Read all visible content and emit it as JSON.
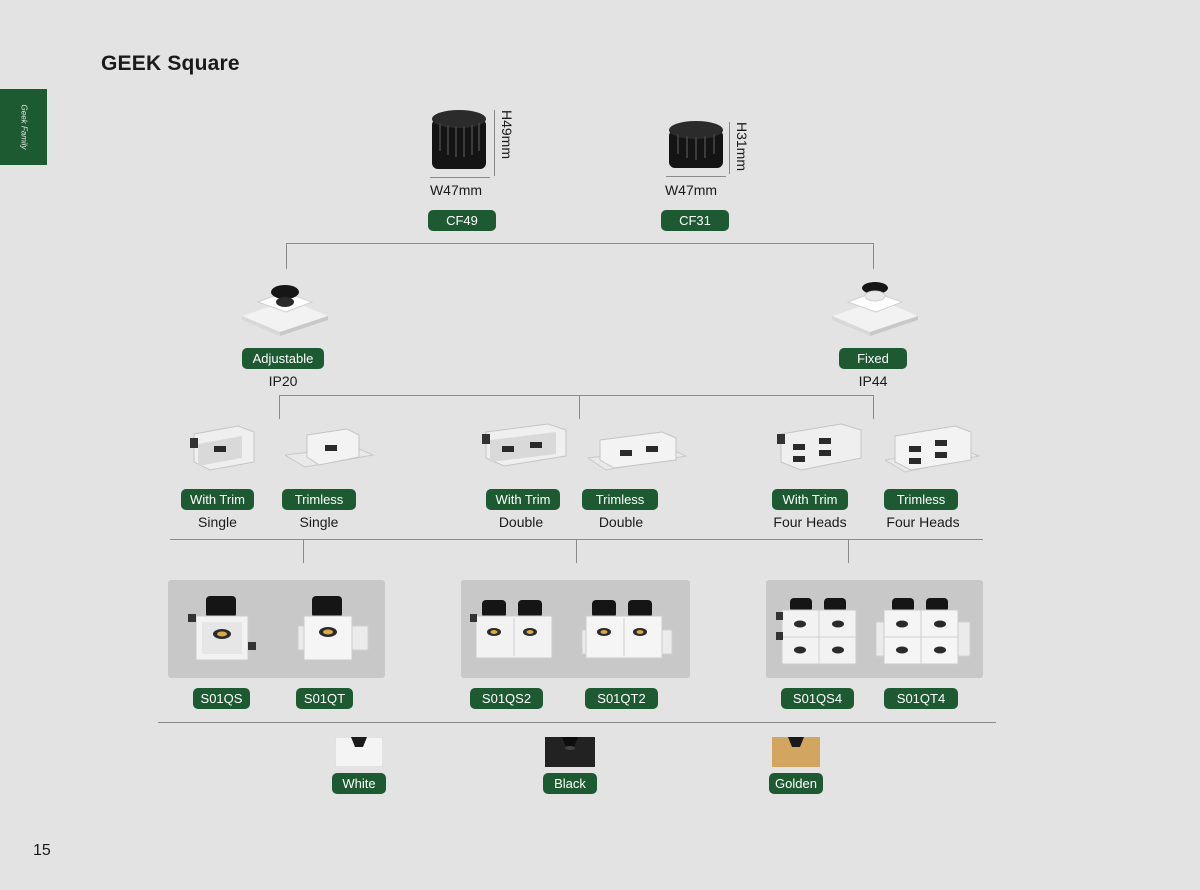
{
  "page": {
    "title": "GEEK Square",
    "side_tab": "Geek Family",
    "page_number": "15"
  },
  "modules": [
    {
      "code": "CF49",
      "width": "W47mm",
      "height": "H49mm"
    },
    {
      "code": "CF31",
      "width": "W47mm",
      "height": "H31mm"
    }
  ],
  "mount_types": [
    {
      "label": "Adjustable",
      "rating": "IP20"
    },
    {
      "label": "Fixed",
      "rating": "IP44"
    }
  ],
  "variants": [
    {
      "label": "With Trim",
      "sub": "Single"
    },
    {
      "label": "Trimless",
      "sub": "Single"
    },
    {
      "label": "With Trim",
      "sub": "Double"
    },
    {
      "label": "Trimless",
      "sub": "Double"
    },
    {
      "label": "With Trim",
      "sub": "Four Heads"
    },
    {
      "label": "Trimless",
      "sub": "Four Heads"
    }
  ],
  "models": [
    "S01QS",
    "S01QT",
    "S01QS2",
    "S01QT2",
    "S01QS4",
    "S01QT4"
  ],
  "colors": [
    {
      "label": "White",
      "hex": "#f4f4f4"
    },
    {
      "label": "Black",
      "hex": "#222222"
    },
    {
      "label": "Golden",
      "hex": "#d2a560"
    }
  ],
  "theme": {
    "accent": "#1d5a32",
    "background": "#e3e3e3"
  }
}
